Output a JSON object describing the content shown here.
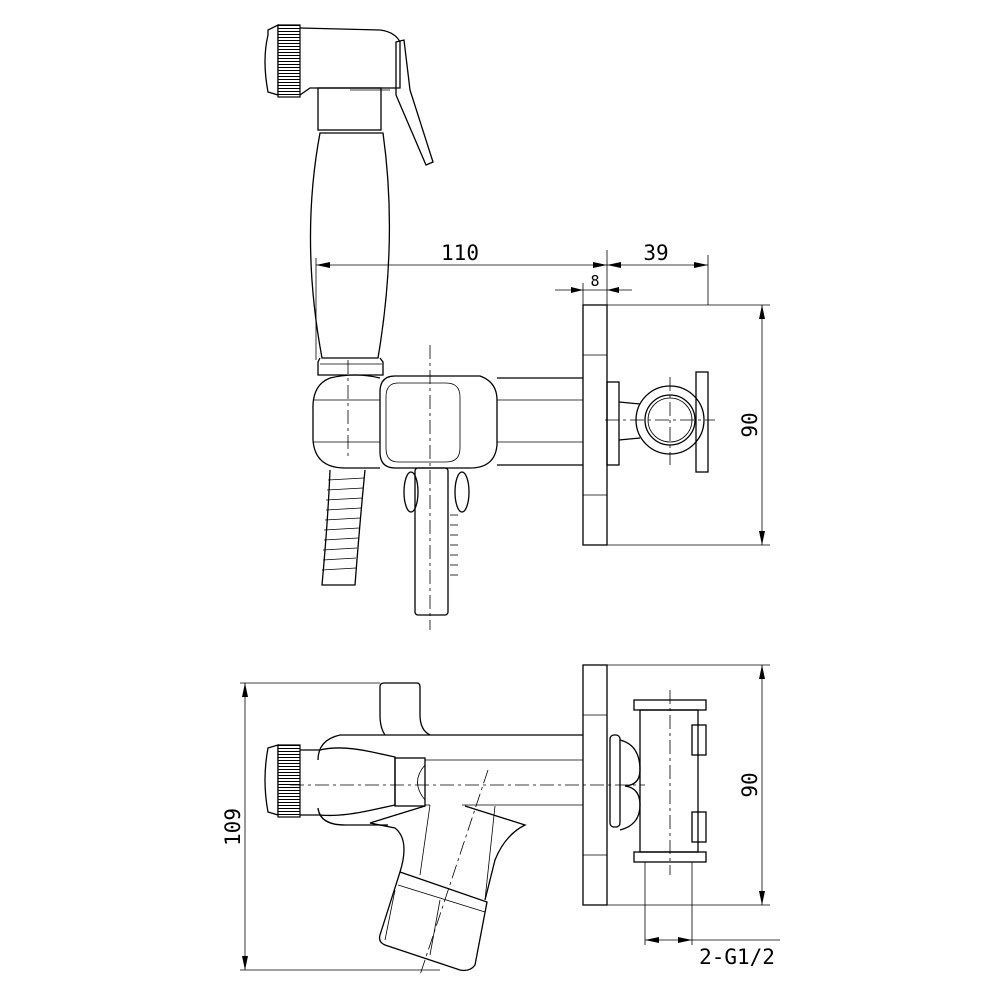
{
  "drawing": {
    "top_view": {
      "dim_length": "110",
      "dim_depth": "39",
      "dim_plate": "8",
      "dim_height": "90"
    },
    "front_view": {
      "dim_height_total": "109",
      "dim_plate_height": "90",
      "dim_connection": "2-G1/2"
    },
    "line_color": "#000000",
    "background": "#ffffff"
  }
}
